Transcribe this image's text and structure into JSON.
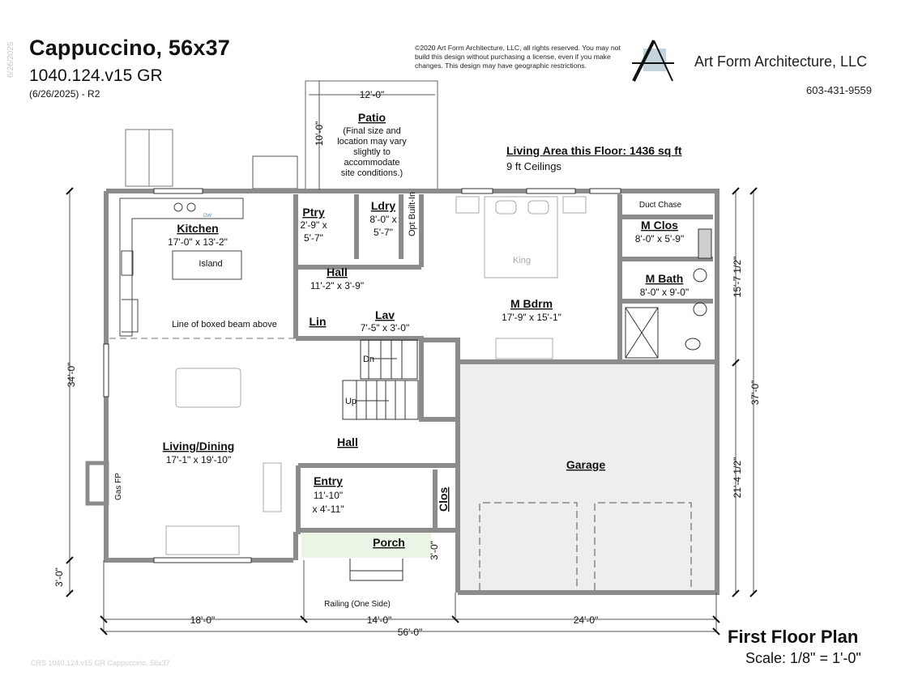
{
  "header": {
    "title": "Cappuccino, 56x37",
    "plan_number": "1040.124.v15 GR",
    "revision": "(6/26/2025) - R2",
    "vertical_date": "6/26/2025"
  },
  "company": {
    "copyright": "©2020 Art Form Architecture, LLC, all rights reserved. You may not build this design without purchasing a license, even if you make changes. This design may have geographic restrictions.",
    "name": "Art Form Architecture, LLC",
    "phone": "603-431-9559",
    "logo_icon": "art-form-a-logo"
  },
  "info": {
    "living_area": "Living Area this Floor: 1436 sq ft",
    "ceilings": "9 ft Ceilings"
  },
  "rooms": {
    "patio": {
      "name": "Patio",
      "note_lines": [
        "(Final size and",
        "location may vary",
        "slightly to",
        "accommodate",
        "site conditions.)"
      ],
      "width": "12'-0\"",
      "depth": "10'-0\""
    },
    "kitchen": {
      "name": "Kitchen",
      "size": "17'-0\" x 13'-2\"",
      "island": "Island",
      "dw": "DW"
    },
    "pantry": {
      "name": "Ptry",
      "size_1": "2'-9\" x",
      "size_2": "5'-7\""
    },
    "laundry": {
      "name": "Ldry",
      "size_1": "8'-0\" x",
      "size_2": "5'-7\"",
      "builtin": "Opt Built-In"
    },
    "hall_upper": {
      "name": "Hall",
      "size": "11'-2\" x 3'-9\""
    },
    "linen": {
      "name": "Lin"
    },
    "lav": {
      "name": "Lav",
      "size": "7'-5\" x 3'-0\""
    },
    "master_bedroom": {
      "name": "M Bdrm",
      "size": "17'-9\" x 15'-1\"",
      "bed": "King"
    },
    "master_closet": {
      "name": "M Clos",
      "size": "8'-0\" x 5'-9\"",
      "duct": "Duct Chase"
    },
    "master_bath": {
      "name": "M Bath",
      "size": "8'-0\" x 9'-0\""
    },
    "living_dining": {
      "name": "Living/Dining",
      "size": "17'-1\" x 19'-10\"",
      "fireplace": "Gas FP",
      "beam_note": "Line of boxed beam above"
    },
    "stairs": {
      "down": "Dn",
      "up": "Up"
    },
    "hall_lower": {
      "name": "Hall"
    },
    "entry": {
      "name": "Entry",
      "size_1": "11'-10\"",
      "size_2": "x 4'-11\""
    },
    "closet": {
      "name": "Clos"
    },
    "porch": {
      "name": "Porch",
      "depth": "3'-0\"",
      "railing": "Railing (One Side)"
    },
    "garage": {
      "name": "Garage"
    }
  },
  "dimensions": {
    "left_total": "34'-0\"",
    "left_porch": "3'-0\"",
    "right_upper": "15'-7 1/2\"",
    "right_lower": "21'-4 1/2\"",
    "right_total": "37'-0\"",
    "bottom_left": "18'-0\"",
    "bottom_mid": "14'-0\"",
    "bottom_right": "24'-0\"",
    "bottom_total": "56'-0\""
  },
  "footer": {
    "plan_title": "First Floor Plan",
    "scale": "Scale: 1/8\" = 1'-0\"",
    "note": "CRS 1040.124.v15 GR Cappuccino, 56x37"
  },
  "colors": {
    "wall": "#8c8c8c",
    "wall_outline": "#333333",
    "garage_fill": "#efeded",
    "porch_fill": "#eaf5e6",
    "logo_square": "#c5d3dc"
  }
}
